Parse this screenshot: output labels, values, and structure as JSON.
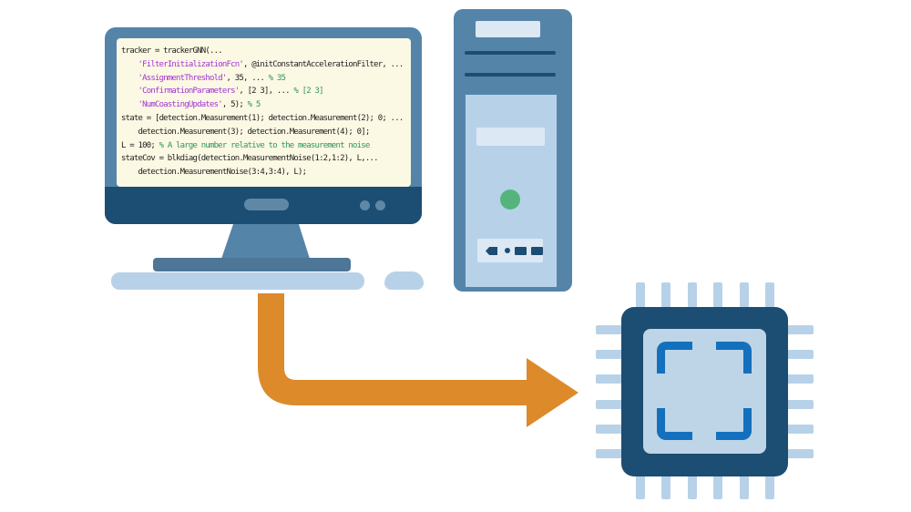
{
  "colors": {
    "navy": "#1c4d72",
    "steel": "#5584a9",
    "steel-light": "#5f88a6",
    "steel-dark": "#4e7697",
    "lightblue": "#b7d2e8",
    "palestripe": "#dce9f5",
    "cream": "#fbf8e3",
    "green": "#53b57c",
    "orange": "#dd8a2b",
    "die": "#bdd5e7",
    "bracket": "#1470bd",
    "code-plain": "#1f1f1f",
    "code-string": "#a233d6",
    "code-comment": "#2e965e"
  },
  "icons": [
    "desktop-computer-icon",
    "keyboard-icon",
    "mouse-icon",
    "computer-tower-icon",
    "power-button-icon",
    "eject-port-icon",
    "dot-port-icon",
    "usb-port-icon",
    "deploy-arrow-icon",
    "processor-chip-icon",
    "focus-brackets-icon"
  ],
  "monitor": {
    "code": {
      "lines": [
        [
          {
            "t": "tracker = trackerGNN(...",
            "c": "plain"
          }
        ],
        [
          {
            "t": "    ",
            "c": "plain"
          },
          {
            "t": "'FilterInitializationFcn'",
            "c": "string"
          },
          {
            "t": ", @initConstantAccelerationFilter, ...",
            "c": "plain"
          }
        ],
        [
          {
            "t": "    ",
            "c": "plain"
          },
          {
            "t": "'AssignmentThreshold'",
            "c": "string"
          },
          {
            "t": ", 35, ... ",
            "c": "plain"
          },
          {
            "t": "% 35",
            "c": "comment"
          }
        ],
        [
          {
            "t": "    ",
            "c": "plain"
          },
          {
            "t": "'ConfirmationParameters'",
            "c": "string"
          },
          {
            "t": ", [2 3], ... ",
            "c": "plain"
          },
          {
            "t": "% [2 3]",
            "c": "comment"
          }
        ],
        [
          {
            "t": "    ",
            "c": "plain"
          },
          {
            "t": "'NumCoastingUpdates'",
            "c": "string"
          },
          {
            "t": ", 5); ",
            "c": "plain"
          },
          {
            "t": "% 5",
            "c": "comment"
          }
        ],
        [
          {
            "t": "state = [detection.Measurement(1); detection.Measurement(2); 0; ...",
            "c": "plain"
          }
        ],
        [
          {
            "t": "    detection.Measurement(3); detection.Measurement(4); 0];",
            "c": "plain"
          }
        ],
        [
          {
            "t": "L = 100; ",
            "c": "plain"
          },
          {
            "t": "% A large number relative to the measurement noise",
            "c": "comment"
          }
        ],
        [
          {
            "t": "stateCov = blkdiag(detection.MeasurementNoise(1:2,1:2), L,...",
            "c": "plain"
          }
        ],
        [
          {
            "t": "    detection.MeasurementNoise(3:4,3:4), L);",
            "c": "plain"
          }
        ]
      ]
    }
  }
}
